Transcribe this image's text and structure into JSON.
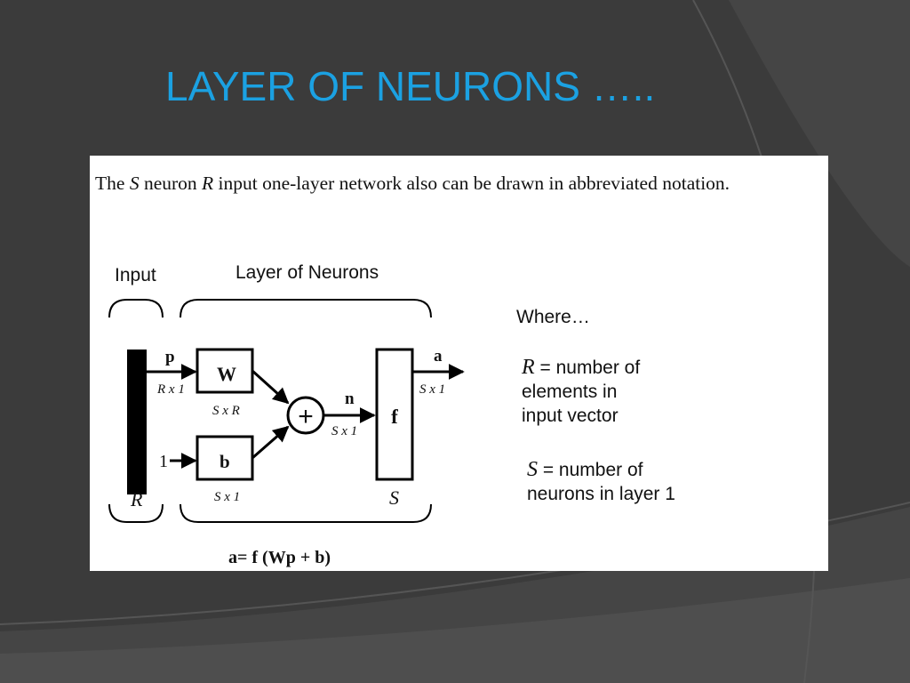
{
  "slide": {
    "title": "LAYER OF NEURONS …..",
    "colors": {
      "background": "#3a3a3a",
      "title": "#1ba1e2",
      "panel": "#ffffff"
    }
  },
  "figure": {
    "caption": {
      "part1": "The ",
      "var1": "S",
      "part2": " neuron ",
      "var2": "R",
      "part3": " input one-layer network also can be drawn in abbreviated notation."
    },
    "diagram": {
      "input_label": "Input",
      "layer_label": "Layer of Neurons",
      "input_dim": "R",
      "layer_dim": "S",
      "p_label": "p",
      "p_size": "R x 1",
      "weight_label": "W",
      "weight_size": "S x R",
      "bias_input": "1",
      "bias_label": "b",
      "bias_size": "S x 1",
      "sum_symbol": "+",
      "n_label": "n",
      "n_size": "S x 1",
      "transfer_label": "f",
      "output_label": "a",
      "output_size": "S x 1",
      "equation": "a= f (Wp + b)"
    },
    "where": {
      "label": "Where…",
      "definitions": [
        {
          "var": "R",
          "line1": " = number of",
          "line2": "elements in",
          "line3": "input vector"
        },
        {
          "var": "S",
          "line1": " = number of",
          "line2": "neurons in layer 1"
        }
      ]
    }
  }
}
